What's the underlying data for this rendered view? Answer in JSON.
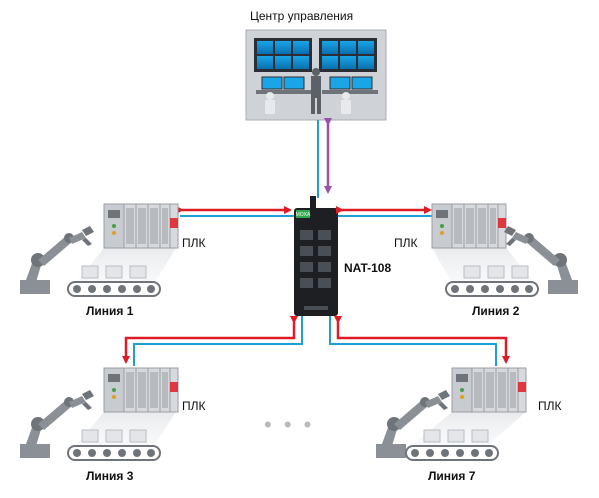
{
  "title": "Центр управления",
  "switch_label": "NAT-108",
  "switch_brand": "MOXA",
  "plc_label": "ПЛК",
  "lines": [
    {
      "name": "Линия 1"
    },
    {
      "name": "Линия 2"
    },
    {
      "name": "Линия 3"
    },
    {
      "name": "Линия 7"
    }
  ],
  "ellipsis": "• • •",
  "colors": {
    "ethernet_red": "#e01b24",
    "ethernet_blue": "#1e9fd8",
    "uplink_purple": "#9b51a8",
    "device_gray": "#d7d9dc",
    "robot_gray": "#8b8f96",
    "switch_black": "#1d1f22"
  }
}
